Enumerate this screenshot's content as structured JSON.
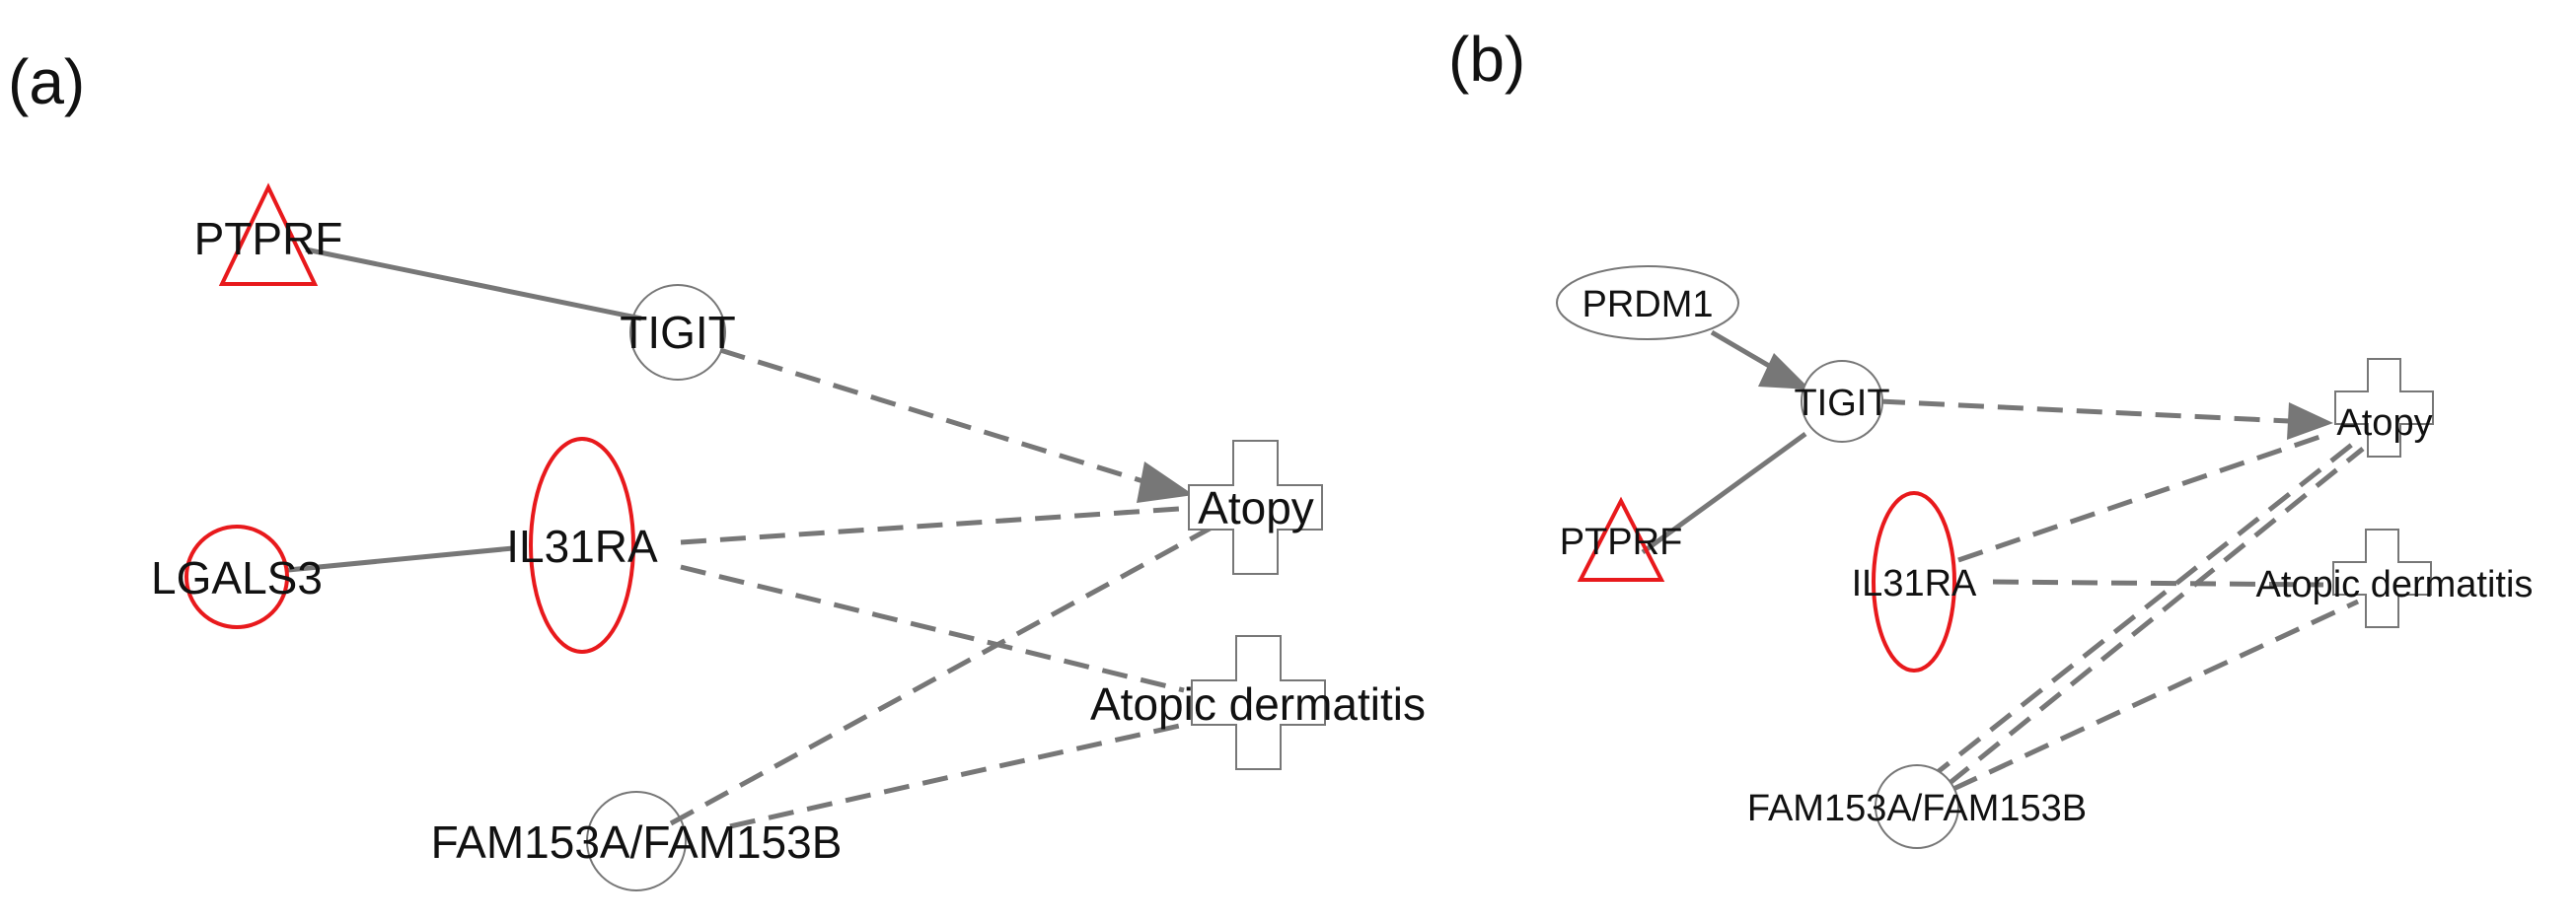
{
  "panels": {
    "a": {
      "label": "(a)",
      "nodes": {
        "ptprf": "PTPRF",
        "tigit": "TIGIT",
        "lgals3": "LGALS3",
        "il31ra": "IL31RA",
        "atopy": "Atopy",
        "atopic_dermatitis": "Atopic dermatitis",
        "fam153": "FAM153A/FAM153B"
      },
      "edges": [
        {
          "from": "PTPRF",
          "to": "TIGIT",
          "style": "solid"
        },
        {
          "from": "TIGIT",
          "to": "Atopy",
          "style": "dashed-arrow"
        },
        {
          "from": "LGALS3",
          "to": "IL31RA",
          "style": "solid"
        },
        {
          "from": "IL31RA",
          "to": "Atopy",
          "style": "dashed"
        },
        {
          "from": "IL31RA",
          "to": "Atopic dermatitis",
          "style": "dashed"
        },
        {
          "from": "FAM153A/FAM153B",
          "to": "Atopy",
          "style": "dashed"
        },
        {
          "from": "FAM153A/FAM153B",
          "to": "Atopic dermatitis",
          "style": "dashed"
        }
      ]
    },
    "b": {
      "label": "(b)",
      "nodes": {
        "prdm1": "PRDM1",
        "tigit": "TIGIT",
        "ptprf": "PTPRF",
        "il31ra": "IL31RA",
        "atopy": "Atopy",
        "atopic_dermatitis": "Atopic dermatitis",
        "fam153": "FAM153A/FAM153B"
      },
      "edges": [
        {
          "from": "PRDM1",
          "to": "TIGIT",
          "style": "solid-arrow"
        },
        {
          "from": "PTPRF",
          "to": "TIGIT",
          "style": "solid"
        },
        {
          "from": "TIGIT",
          "to": "Atopy",
          "style": "dashed-arrow"
        },
        {
          "from": "IL31RA",
          "to": "Atopy",
          "style": "dashed"
        },
        {
          "from": "IL31RA",
          "to": "Atopic dermatitis",
          "style": "dashed"
        },
        {
          "from": "FAM153A/FAM153B",
          "to": "Atopy",
          "style": "dashed"
        },
        {
          "from": "FAM153A/FAM153B",
          "to": "Atopic dermatitis",
          "style": "dashed"
        }
      ]
    }
  },
  "colors": {
    "highlight": "#e8191c",
    "edge": "#777777",
    "node_outline": "#777777",
    "text": "#111111"
  }
}
